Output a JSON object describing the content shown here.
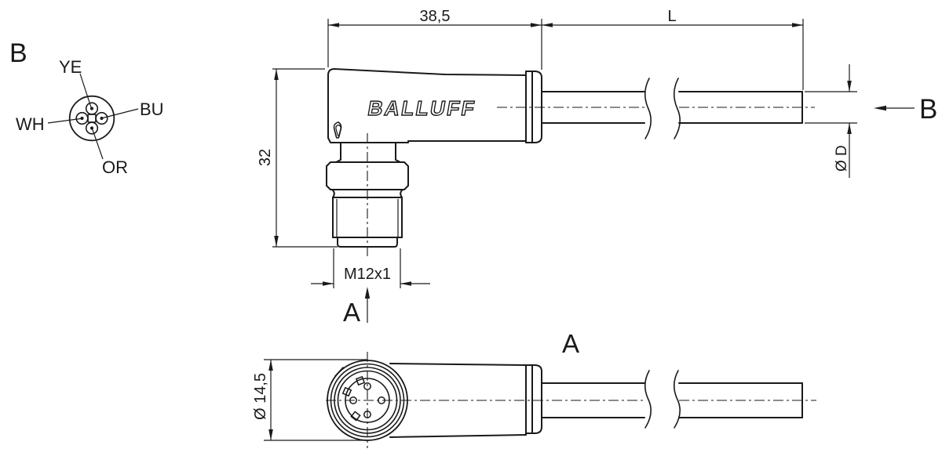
{
  "drawing": {
    "line_color": "#1a1a1a",
    "background": "#ffffff",
    "logo": "BALLUFF"
  },
  "pinout": {
    "view_label": "B",
    "wires": [
      {
        "label": "YE",
        "position": "top"
      },
      {
        "label": "BU",
        "position": "right"
      },
      {
        "label": "WH",
        "position": "left"
      },
      {
        "label": "OR",
        "position": "bottom"
      }
    ],
    "pin_count": 4
  },
  "side_view": {
    "dims": {
      "body_length": "38,5",
      "cable_length": "L",
      "height": "32",
      "thread": "M12x1",
      "cable_diameter": "Ø D"
    },
    "section_arrow_a": "A",
    "section_arrow_b": "B"
  },
  "bottom_view": {
    "view_label": "A",
    "dims": {
      "diameter": "Ø 14,5"
    }
  }
}
